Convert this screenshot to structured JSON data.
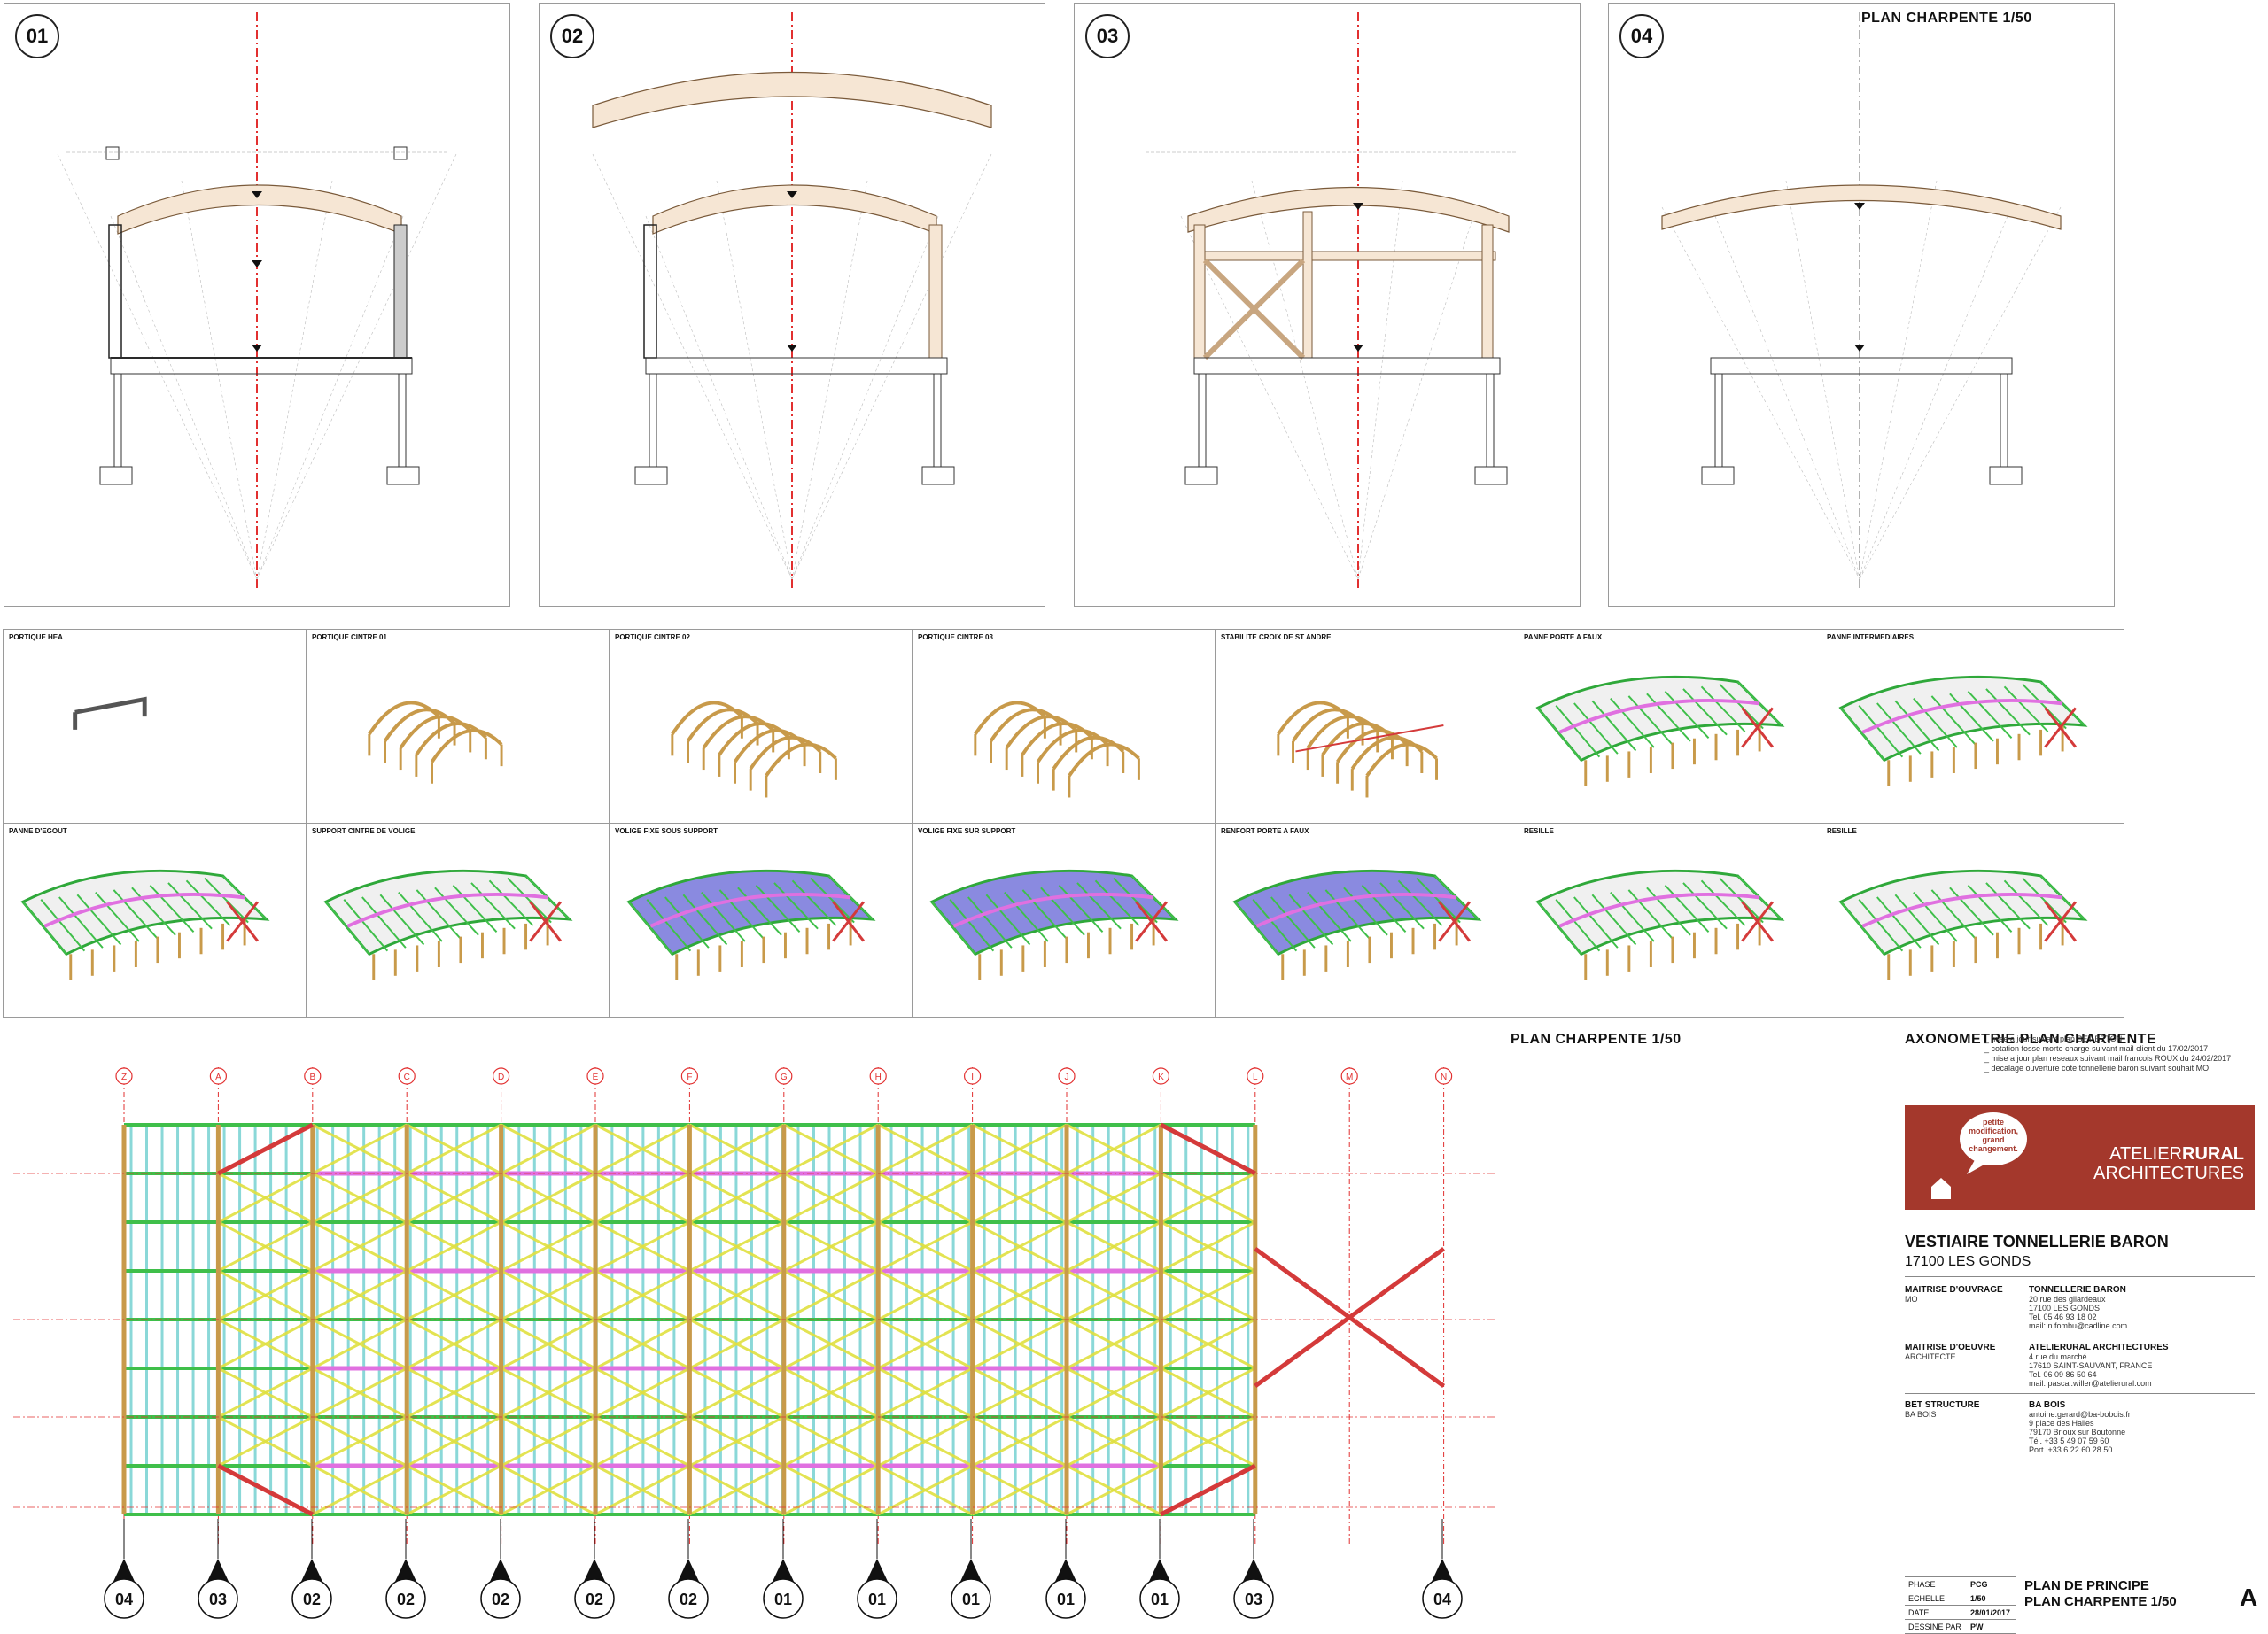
{
  "sections": [
    {
      "number": "01"
    },
    {
      "number": "02"
    },
    {
      "number": "03"
    },
    {
      "number": "04"
    }
  ],
  "top_title": "PLAN CHARPENTE 1/50",
  "axo_row1": [
    {
      "label": "PORTIQUE HEA"
    },
    {
      "label": "PORTIQUE CINTRE 01"
    },
    {
      "label": "PORTIQUE CINTRE 02"
    },
    {
      "label": "PORTIQUE CINTRE 03"
    },
    {
      "label": "STABILITE CROIX DE ST ANDRE"
    },
    {
      "label": "PANNE PORTE A FAUX"
    },
    {
      "label": "PANNE INTERMEDIAIRES"
    }
  ],
  "axo_row2": [
    {
      "label": "PANNE D'EGOUT"
    },
    {
      "label": "SUPPORT CINTRE DE VOLIGE"
    },
    {
      "label": "VOLIGE FIXE SOUS SUPPORT"
    },
    {
      "label": "VOLIGE FIXE SUR SUPPORT"
    },
    {
      "label": "RENFORT PORTE A FAUX"
    },
    {
      "label": "RESILLE"
    },
    {
      "label": "RESILLE"
    }
  ],
  "plan_title": "PLAN CHARPENTE 1/50",
  "axo_plan_title": "AXONOMETRIE PLAN CHARPENTE",
  "grid_letters": [
    "Z",
    "A",
    "B",
    "C",
    "D",
    "E",
    "F",
    "G",
    "H",
    "I",
    "J",
    "K",
    "L",
    "M",
    "N"
  ],
  "section_markers": [
    "04",
    "03",
    "02",
    "02",
    "02",
    "02",
    "02",
    "01",
    "01",
    "01",
    "01",
    "01",
    "03",
    "04"
  ],
  "revisions": [
    "_ mise a jour suivant plan BET BETON",
    "_ cotation fosse morte charge suivant mail client du 17/02/2017",
    "_ mise a jour plan reseaux suivant mail francois ROUX du 24/02/2017",
    "_ decalage ouverture cote tonnellerie baron suivant souhait MO"
  ],
  "logo": {
    "bubble1": "petite",
    "bubble2": "modification,",
    "bubble3": "grand",
    "bubble4": "changement.",
    "brand_a": "ATELIER",
    "brand_b": "RURAL",
    "brand_c": "ARCHITECTURES",
    "color": "#a4382c"
  },
  "project": {
    "title": "VESTIAIRE TONNELLERIE BARON",
    "location": "17100 LES GONDS"
  },
  "parties": [
    {
      "role": "MAITRISE D'OUVRAGE",
      "sub": "MO",
      "name": "TONNELLERIE BARON",
      "lines": [
        "20 rue des gilardeaux",
        "17100 LES GONDS",
        "Tel. 05 46 93 18 02",
        "mail: n.fombu@cadline.com"
      ]
    },
    {
      "role": "MAITRISE D'OEUVRE",
      "sub": "ARCHITECTE",
      "name": "ATELIERURAL ARCHITECTURES",
      "lines": [
        "4 rue du marché",
        "17610 SAINT-SAUVANT, FRANCE",
        "Tel. 06 09 86 50 64",
        "mail: pascal.willer@atelierural.com"
      ]
    },
    {
      "role": "BET STRUCTURE",
      "sub": "BA BOIS",
      "name": "BA BOIS",
      "lines": [
        "antoine.gerard@ba-bobois.fr",
        "9 place des Halles",
        "79170 Brioux sur Boutonne",
        "Tél. +33 5 49 07 59 60",
        "Port. +33 6 22 60 28 50"
      ]
    }
  ],
  "cartouche": {
    "rows": [
      {
        "k": "PHASE",
        "v": "PCG"
      },
      {
        "k": "ECHELLE",
        "v": "1/50"
      },
      {
        "k": "DATE",
        "v": "28/01/2017"
      },
      {
        "k": "DESSINE PAR",
        "v": "PW"
      }
    ],
    "title1": "PLAN DE PRINCIPE",
    "title2": "PLAN CHARPENTE 1/50",
    "index": "A"
  },
  "colors": {
    "timber": "#f6e6d4",
    "timber_stroke": "#7a5a3a",
    "purlin": "#3fbf4a",
    "cross": "#e0e040",
    "red": "#d43a3a",
    "magenta": "#e070e0",
    "cyan": "#8ad8d8",
    "axis": "#e23030"
  }
}
